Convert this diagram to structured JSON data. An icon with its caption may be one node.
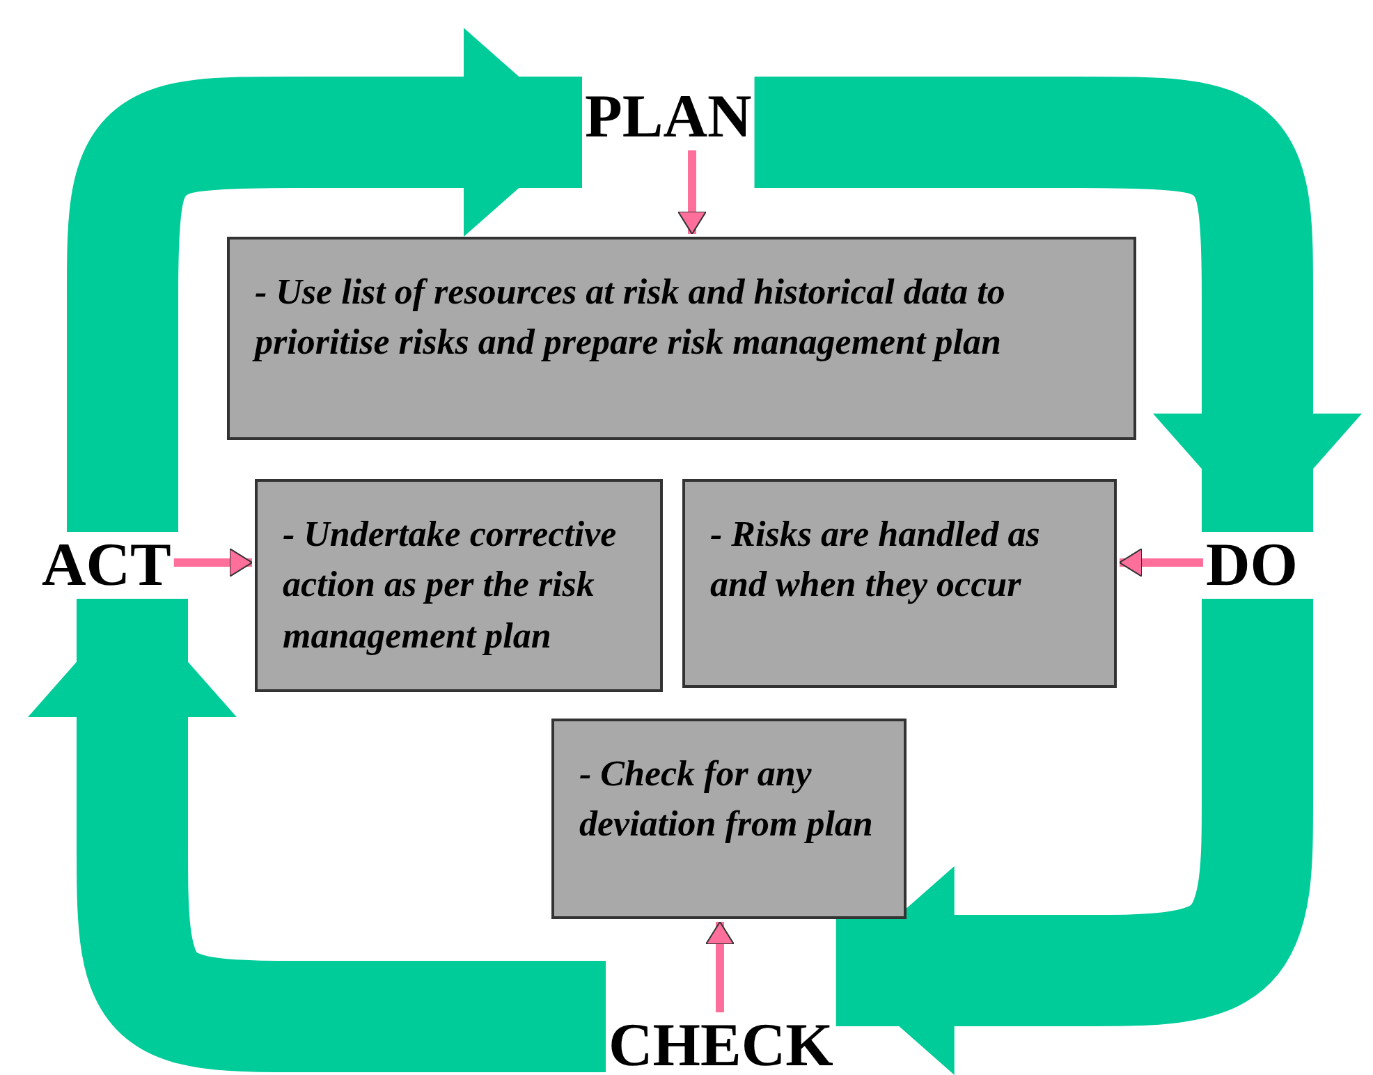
{
  "diagram": {
    "nodes": [
      {
        "text": [
          "PLAN"
        ]
      },
      {
        "text": [
          "- Use list of resources at risk and historical data to prioritise risks and prepare risk management plan"
        ]
      },
      {
        "text": [
          "ACT"
        ]
      },
      {
        "text": [
          "- Undertake corrective action as per the risk management plan"
        ]
      },
      {
        "text": [
          "- Risks are handled as and when they occur"
        ]
      },
      {
        "text": [
          "DO"
        ]
      },
      {
        "text": [
          "- Check for any deviation from plan"
        ]
      },
      {
        "text": [
          "CHECK"
        ]
      }
    ],
    "edges": [
      {
        "from": 0,
        "to": 1,
        "arrow": "to"
      },
      {
        "from": 2,
        "to": 3,
        "arrow": "to"
      },
      {
        "from": 5,
        "to": 4,
        "arrow": "to"
      },
      {
        "from": 7,
        "to": 6,
        "arrow": "to"
      },
      {
        "from": 2,
        "to": 0,
        "arrow": "to",
        "style": "thick",
        "color": "#00cc99"
      },
      {
        "from": 0,
        "to": 5,
        "arrow": "to",
        "style": "thick",
        "color": "#00cc99"
      },
      {
        "from": 5,
        "to": 7,
        "arrow": "to",
        "style": "thick",
        "color": "#00cc99"
      },
      {
        "from": 7,
        "to": 2,
        "arrow": "to",
        "style": "thick",
        "color": "#00cc99"
      }
    ]
  }
}
